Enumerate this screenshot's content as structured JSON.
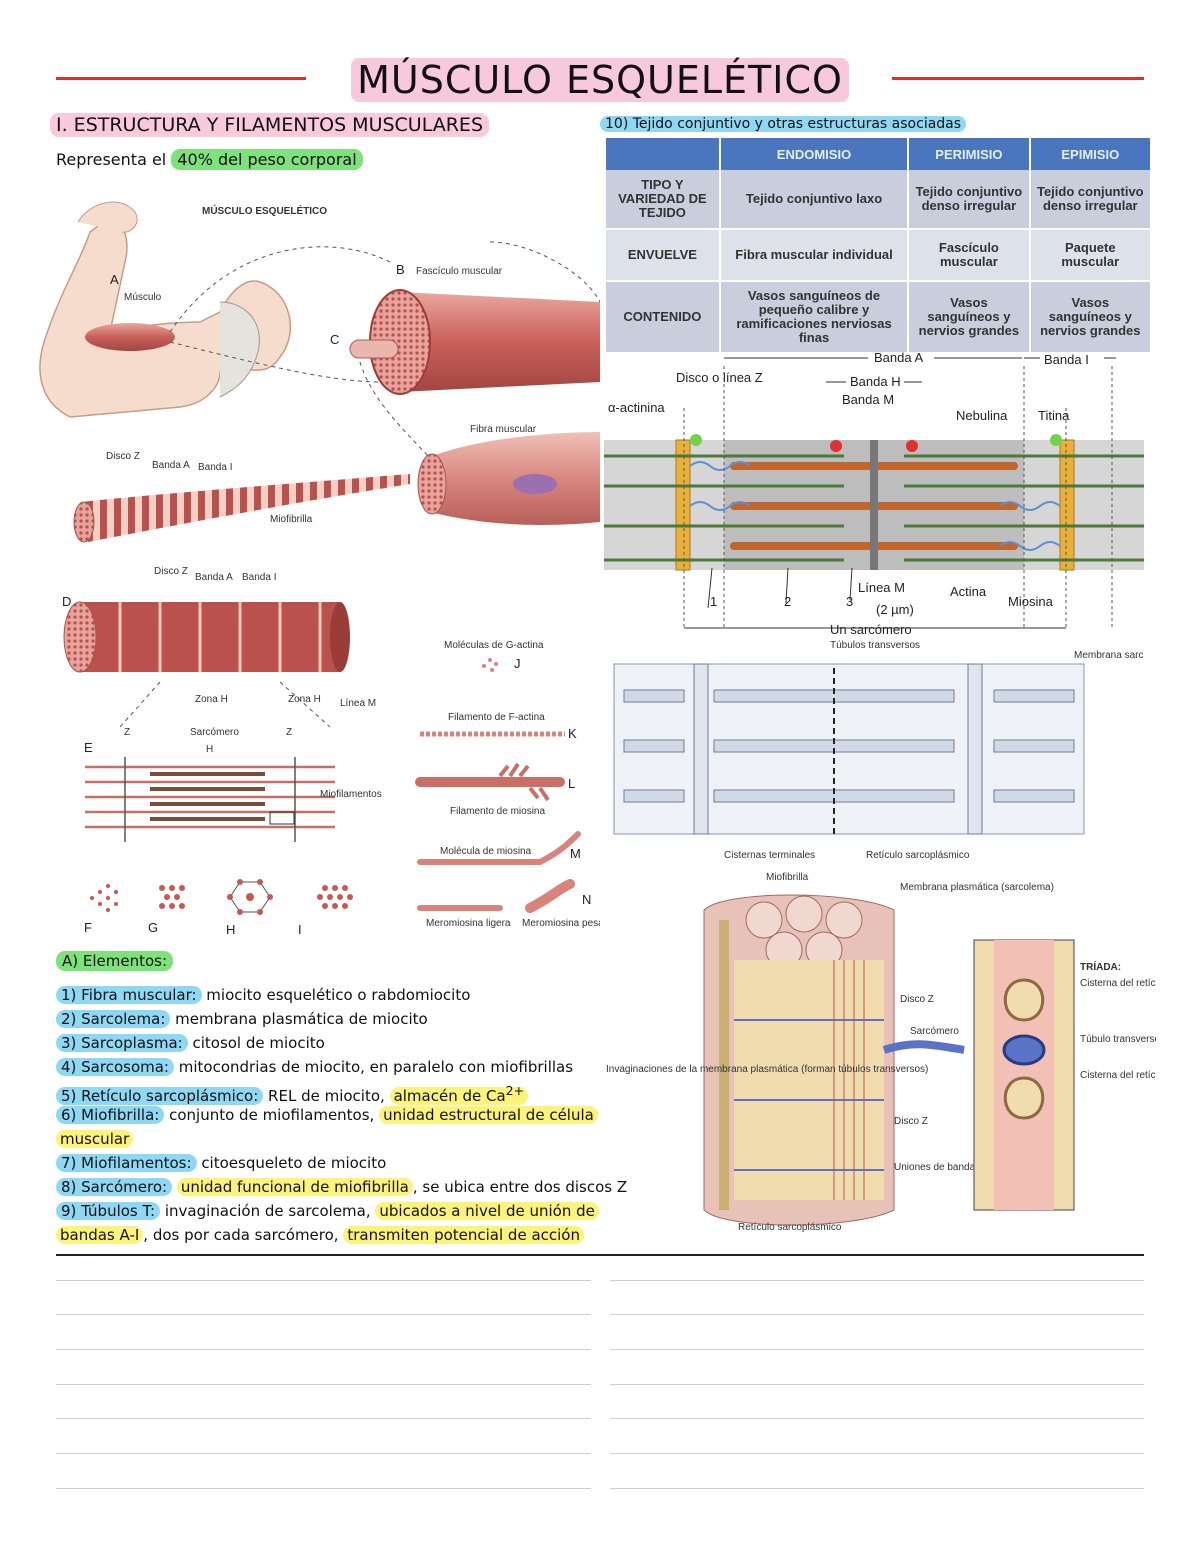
{
  "title": "MÚSCULO ESQUELÉTICO",
  "section1": {
    "heading": "I. ESTRUCTURA Y FILAMENTOS MUSCULARES",
    "subtitle_prefix": "Representa el",
    "subtitle_highlight": "40% del peso corporal"
  },
  "left_figure": {
    "labels": {
      "musculo_esqueletico": "MÚSCULO ESQUELÉTICO",
      "a": "A",
      "musculo": "Músculo",
      "b": "B",
      "fasciculo": "Fascículo muscular",
      "c": "C",
      "fibra": "Fibra muscular",
      "disco_z": "Disco Z",
      "banda_a": "Banda A",
      "banda_i": "Banda I",
      "miofibrilla": "Miofibrilla",
      "d": "D",
      "zona_h": "Zona H",
      "linea_m": "Línea M",
      "e": "E",
      "z": "Z",
      "sarcomero": "Sarcómero",
      "h": "H",
      "miofilamentos": "Miofilamentos",
      "f": "F",
      "g": "G",
      "h2": "H",
      "i": "I",
      "g_actina": "Moléculas de G-actina",
      "j": "J",
      "f_actina": "Filamento de F-actina",
      "k": "K",
      "fil_miosina": "Filamento de miosina",
      "l": "L",
      "mol_miosina": "Molécula de miosina",
      "m": "M",
      "n": "N",
      "mero_ligera": "Meromiosina ligera",
      "mero_pesada": "Meromiosina pesada"
    }
  },
  "table": {
    "heading": "10) Tejido conjuntivo y otras estructuras asociadas",
    "columns": [
      "",
      "ENDOMISIO",
      "PERIMISIO",
      "EPIMISIO"
    ],
    "rows": [
      [
        "TIPO Y VARIEDAD DE TEJIDO",
        "Tejido conjuntivo laxo",
        "Tejido conjuntivo denso irregular",
        "Tejido conjuntivo denso irregular"
      ],
      [
        "ENVUELVE",
        "Fibra muscular individual",
        "Fascículo muscular",
        "Paquete muscular"
      ],
      [
        "CONTENIDO",
        "Vasos sanguíneos de pequeño calibre y ramificaciones nerviosas finas",
        "Vasos sanguíneos y nervios grandes",
        "Vasos sanguíneos y nervios grandes"
      ]
    ]
  },
  "sarcomere_figure": {
    "banda_a": "Banda A",
    "banda_i": "Banda I",
    "banda_h": "Banda H",
    "banda_m": "Banda M",
    "disco": "Disco o línea Z",
    "actinina": "α-actinina",
    "nebulina": "Nebulina",
    "titina": "Titina",
    "linea_m": "Línea M",
    "actina": "Actina",
    "miosina": "Miosina",
    "n1": "1",
    "n2": "2",
    "n3": "3",
    "size": "(2 µm)",
    "sarcomero": "Un sarcómero"
  },
  "reticulum_figure": {
    "tubulos": "Túbulos transversos",
    "membrana": "Membrana sarcolémica",
    "cisternas": "Cisternas terminales",
    "reticulo": "Retículo sarcoplásmico"
  },
  "triad_figure": {
    "miofibrilla": "Miofibrilla",
    "membrana": "Membrana plasmática (sarcolema)",
    "disco_z1": "Disco Z",
    "sarcomero": "Sarcómero",
    "invaginaciones": "Invaginaciones de la membrana plasmática (forman túbulos transversos)",
    "disco_z2": "Disco Z",
    "uniones": "Uniones de bandas A-I",
    "reticulo": "Retículo sarcoplásmico",
    "triada": "TRÍADA:",
    "cisterna1": "Cisterna del retículo sarcoplásmico",
    "tubulo": "Túbulo transverso",
    "cisterna2": "Cisterna del retículo sarcoplásmico"
  },
  "elements": {
    "heading": "A) Elementos:",
    "items": [
      {
        "term": "1) Fibra muscular:",
        "desc": " miocito esquelético o rabdomiocito"
      },
      {
        "term": "2) Sarcolema:",
        "desc": " membrana plasmática de miocito"
      },
      {
        "term": "3) Sarcoplasma:",
        "desc": " citosol de miocito"
      },
      {
        "term": "4) Sarcosoma:",
        "desc": " mitocondrias de miocito, en paralelo con miofibrillas"
      },
      {
        "term": "5) Retículo sarcoplásmico:",
        "desc": " REL de miocito, ",
        "hl": "almacén de Ca",
        "sup": "2+"
      },
      {
        "term": "6) Miofibrilla:",
        "desc": " conjunto de miofilamentos, ",
        "hl": "unidad estructural de célula"
      },
      {
        "cont_hl": "muscular"
      },
      {
        "term": "7) Miofilamentos:",
        "desc": " citoesqueleto de miocito"
      },
      {
        "term": "8) Sarcómero:",
        "desc": " ",
        "hl": "unidad funcional de miofibrilla",
        "tail": ", se ubica entre dos discos Z"
      },
      {
        "term": "9) Túbulos T:",
        "desc": " invaginación de sarcolema, ",
        "hl": "ubicados a nivel de unión de"
      },
      {
        "cont_hl": "bandas A-I",
        "cont_desc": ", dos por cada sarcómero, ",
        "cont_hl2": "transmiten potencial de acción"
      }
    ]
  }
}
